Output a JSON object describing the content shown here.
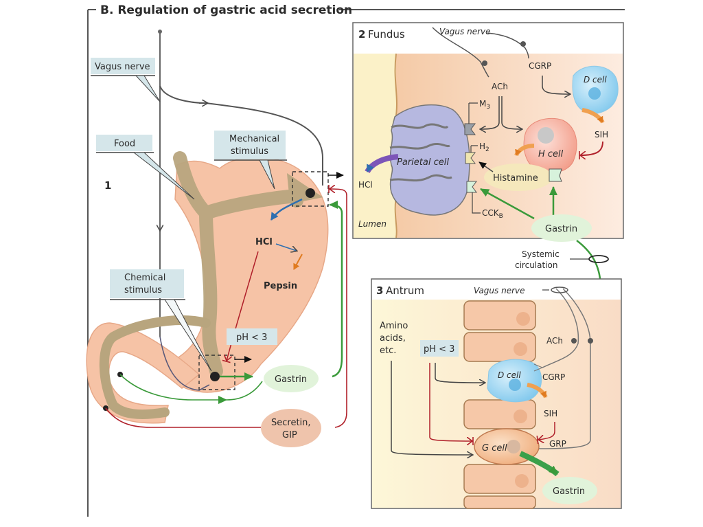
{
  "title": "B.  Regulation of gastric acid secretion",
  "panel1": {
    "number": "1",
    "labels": {
      "vagus_nerve": "Vagus nerve",
      "food": "Food",
      "mechanical_stimulus_1": "Mechanical",
      "mechanical_stimulus_2": "stimulus",
      "chemical_stimulus_1": "Chemical",
      "chemical_stimulus_2": "stimulus",
      "hcl": "HCl",
      "pepsin": "Pepsin",
      "ph": "pH < 3",
      "gastrin": "Gastrin",
      "secretin_1": "Secretin,",
      "secretin_2": "GIP"
    }
  },
  "panel2": {
    "number": "2",
    "title": "Fundus",
    "labels": {
      "vagus_nerve": "Vagus nerve",
      "cgrp": "CGRP",
      "ach": "ACh",
      "d_cell": "D cell",
      "m3": "M",
      "m3_sub": "3",
      "h2": "H",
      "h2_sub": "2",
      "cckb": "CCK",
      "cckb_sub": "B",
      "sih": "SIH",
      "h_cell": "H cell",
      "parietal_cell": "Parietal cell",
      "histamine": "Histamine",
      "hcl": "HCl",
      "lumen": "Lumen",
      "gastrin": "Gastrin"
    }
  },
  "systemic": {
    "line1": "Systemic",
    "line2": "circulation"
  },
  "panel3": {
    "number": "3",
    "title": "Antrum",
    "labels": {
      "vagus_nerve": "Vagus nerve",
      "amino_1": "Amino",
      "amino_2": "acids,",
      "amino_3": "etc.",
      "ph": "pH < 3",
      "ach": "ACh",
      "d_cell": "D cell",
      "cgrp": "CGRP",
      "sih": "SIH",
      "g_cell": "G cell",
      "grp": "GRP",
      "gastrin": "Gastrin"
    }
  },
  "colors": {
    "stimulatory": "#3a9a3a",
    "inhibitory": "#b0202a",
    "neutral": "#444444",
    "label_box": "#d5e6ea",
    "stomach": "#f6c3a6",
    "food": "#b8a57e"
  }
}
